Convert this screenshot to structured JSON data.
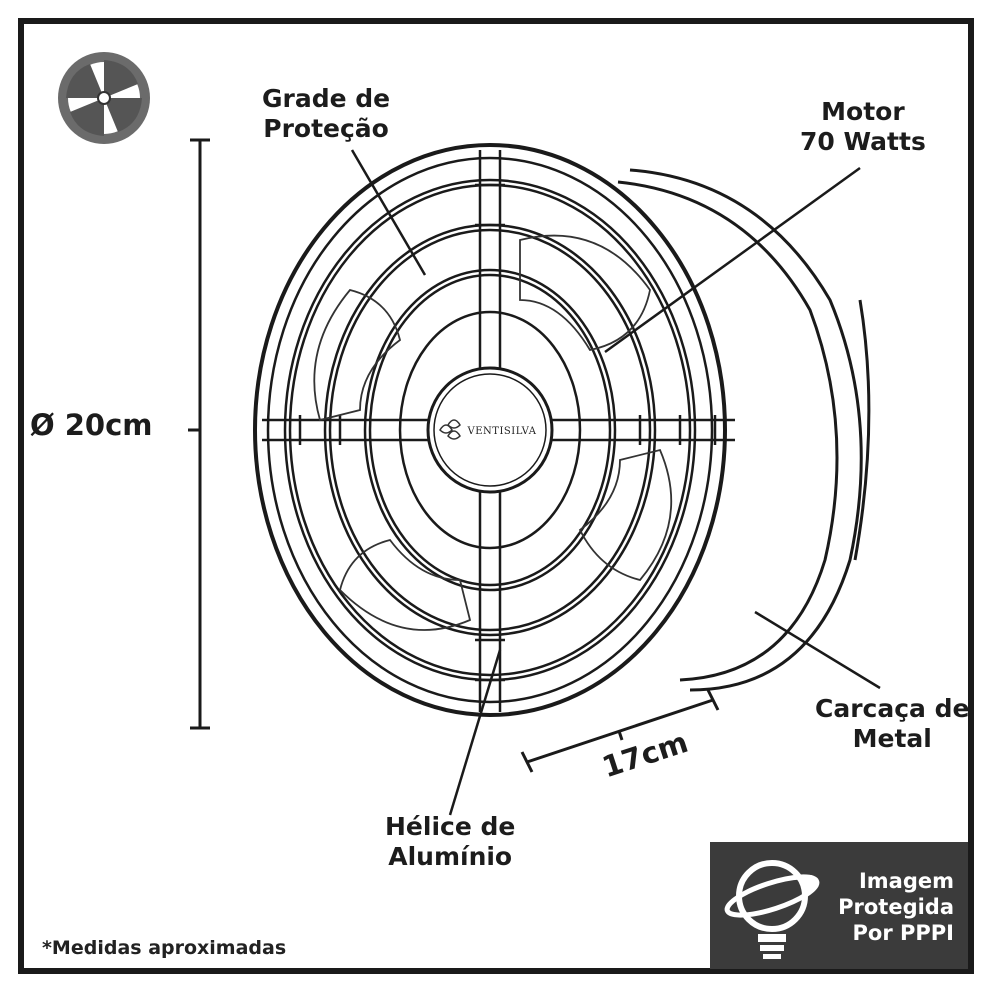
{
  "labels": {
    "grade": [
      "Grade de",
      "Proteção"
    ],
    "motor": [
      "Motor",
      "70 Watts"
    ],
    "carcaca": [
      "Carcaça de",
      "Metal"
    ],
    "helice": [
      "Hélice de",
      "Alumínio"
    ]
  },
  "dimensions": {
    "diameter": "Ø 20cm",
    "depth": "17cm"
  },
  "brand": {
    "name": "VENTISILVA"
  },
  "footnote": "*Medidas aproximadas",
  "badge": [
    "Imagem",
    "Protegida",
    "Por PPPI"
  ],
  "icons": {
    "logo": "fan-logo-icon",
    "badge": "protected-image-icon"
  }
}
